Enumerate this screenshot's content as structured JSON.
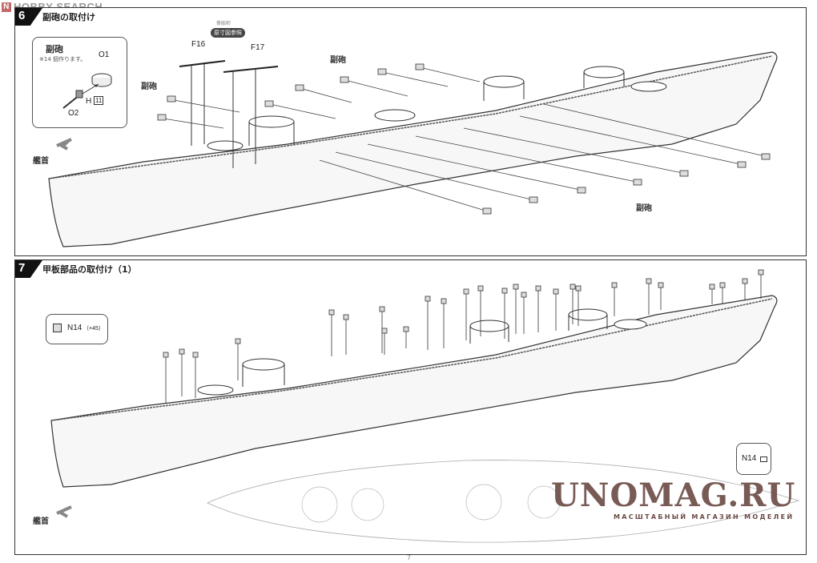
{
  "watermark_top": {
    "logo": "N",
    "text": "HOBBY SEARCH"
  },
  "step6": {
    "number": "6",
    "title": "副砲の取付け",
    "callout": {
      "title": "副砲",
      "note": "※14 個作ります。",
      "part_o1": "O1",
      "part_o2": "O2",
      "part_h": "H",
      "part_h_num": "11"
    },
    "labels": {
      "f16": "F16",
      "f17": "F17",
      "ref_small": "係船桁",
      "ref_badge": "原寸図参照",
      "secondary_gun_1": "副砲",
      "secondary_gun_2": "副砲",
      "secondary_gun_3": "副砲",
      "bow": "艦首"
    }
  },
  "step7": {
    "number": "7",
    "title": "甲板部品の取付け（1）",
    "part_callout": {
      "part": "N14",
      "qty": "（×45）"
    },
    "part_callout_2": {
      "part": "N14"
    },
    "bow": "艦首"
  },
  "watermark_bottom": {
    "title": "UNOMAG.RU",
    "subtitle": "МАСШТАБНЫЙ МАГАЗИН МОДЕЛЕЙ"
  },
  "page_number": "7",
  "colors": {
    "line": "#333333",
    "watermark": "#6b4a44",
    "arrow": "#888888"
  }
}
